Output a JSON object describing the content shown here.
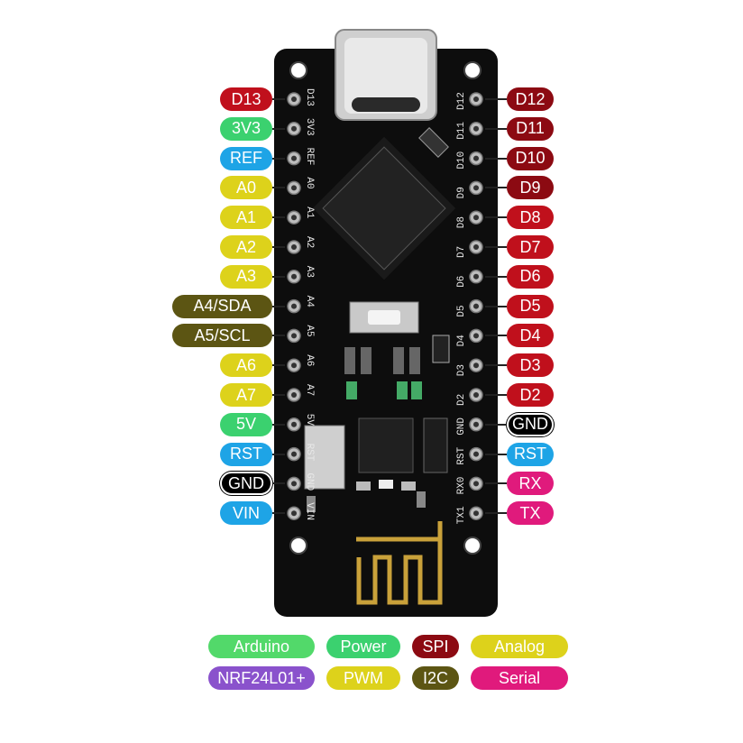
{
  "colors": {
    "digital": "#c0101c",
    "spi": "#8c0a12",
    "power": "#3bd16f",
    "reference": "#1ea4e6",
    "analog": "#ddd21b",
    "i2c": "#5c5513",
    "gnd": "#000000",
    "serial": "#e01a7c",
    "arduino": "#52d96a",
    "nrf": "#8a52cc",
    "pwm": "#ddd21b"
  },
  "left_pins": [
    {
      "label": "D13",
      "category": "digital"
    },
    {
      "label": "3V3",
      "category": "power"
    },
    {
      "label": "REF",
      "category": "reference"
    },
    {
      "label": "A0",
      "category": "analog"
    },
    {
      "label": "A1",
      "category": "analog"
    },
    {
      "label": "A2",
      "category": "analog"
    },
    {
      "label": "A3",
      "category": "analog"
    },
    {
      "label": "A4/SDA",
      "category": "i2c"
    },
    {
      "label": "A5/SCL",
      "category": "i2c"
    },
    {
      "label": "A6",
      "category": "analog"
    },
    {
      "label": "A7",
      "category": "analog"
    },
    {
      "label": "5V",
      "category": "power"
    },
    {
      "label": "RST",
      "category": "reference"
    },
    {
      "label": "GND",
      "category": "gnd"
    },
    {
      "label": "VIN",
      "category": "reference"
    }
  ],
  "right_pins": [
    {
      "label": "D12",
      "category": "spi"
    },
    {
      "label": "D11",
      "category": "spi"
    },
    {
      "label": "D10",
      "category": "spi"
    },
    {
      "label": "D9",
      "category": "spi"
    },
    {
      "label": "D8",
      "category": "digital"
    },
    {
      "label": "D7",
      "category": "digital"
    },
    {
      "label": "D6",
      "category": "digital"
    },
    {
      "label": "D5",
      "category": "digital"
    },
    {
      "label": "D4",
      "category": "digital"
    },
    {
      "label": "D3",
      "category": "digital"
    },
    {
      "label": "D2",
      "category": "digital"
    },
    {
      "label": "GND",
      "category": "gnd"
    },
    {
      "label": "RST",
      "category": "reference"
    },
    {
      "label": "RX",
      "category": "serial"
    },
    {
      "label": "TX",
      "category": "serial"
    }
  ],
  "board_silk_left": [
    "D13",
    "3V3",
    "REF",
    "A0",
    "A1",
    "A2",
    "A3",
    "A4",
    "A5",
    "A6",
    "A7",
    "5V",
    "RST",
    "GND",
    "VIN"
  ],
  "board_silk_right": [
    "D12",
    "D11",
    "D10",
    "D9",
    "D8",
    "D7",
    "D6",
    "D5",
    "D4",
    "D3",
    "D2",
    "GND",
    "RST",
    "RX0",
    "TX1"
  ],
  "legend": [
    {
      "label": "Arduino",
      "category": "arduino"
    },
    {
      "label": "Power",
      "category": "power"
    },
    {
      "label": "SPI",
      "category": "spi"
    },
    {
      "label": "Analog",
      "category": "analog"
    },
    {
      "label": "NRF24L01+",
      "category": "nrf"
    },
    {
      "label": "PWM",
      "category": "pwm"
    },
    {
      "label": "I2C",
      "category": "i2c"
    },
    {
      "label": "Serial",
      "category": "serial"
    }
  ]
}
